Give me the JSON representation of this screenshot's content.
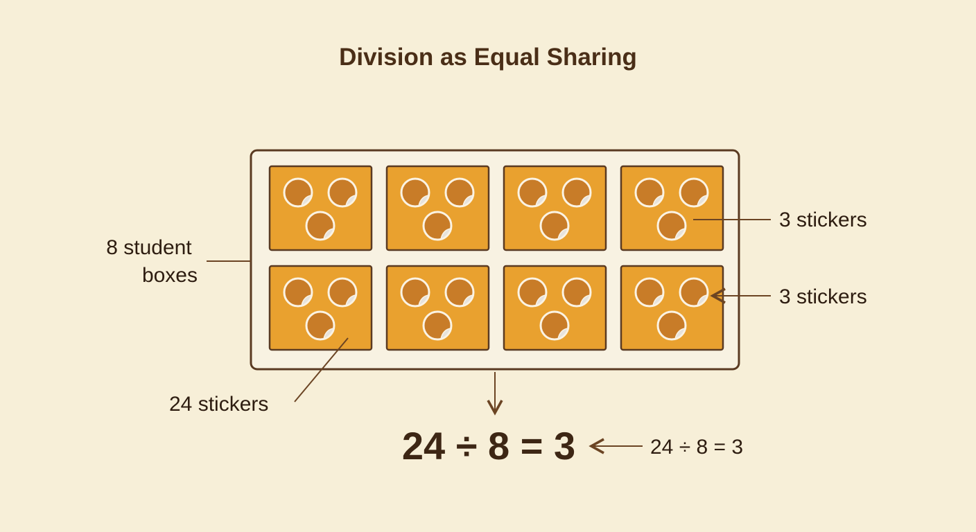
{
  "title": "Division as Equal Sharing",
  "labels": {
    "groups": [
      "8 student",
      "boxes"
    ],
    "total": "24 stickers",
    "per_box_top": "3 stickers",
    "per_box_bottom": "3 stickers"
  },
  "equation": {
    "main": "24 ÷ 8 = 3",
    "side": "24 ÷ 8 = 3"
  },
  "model": {
    "boxes": 8,
    "rows": 2,
    "columns": 4,
    "stickers_per_box": 3,
    "total_stickers": 24
  },
  "colors": {
    "background": "#f7efd8",
    "tray": "#f8f2e2",
    "box": "#e9a12f",
    "sticker": "#c87c28",
    "outline": "#5a3a22"
  }
}
